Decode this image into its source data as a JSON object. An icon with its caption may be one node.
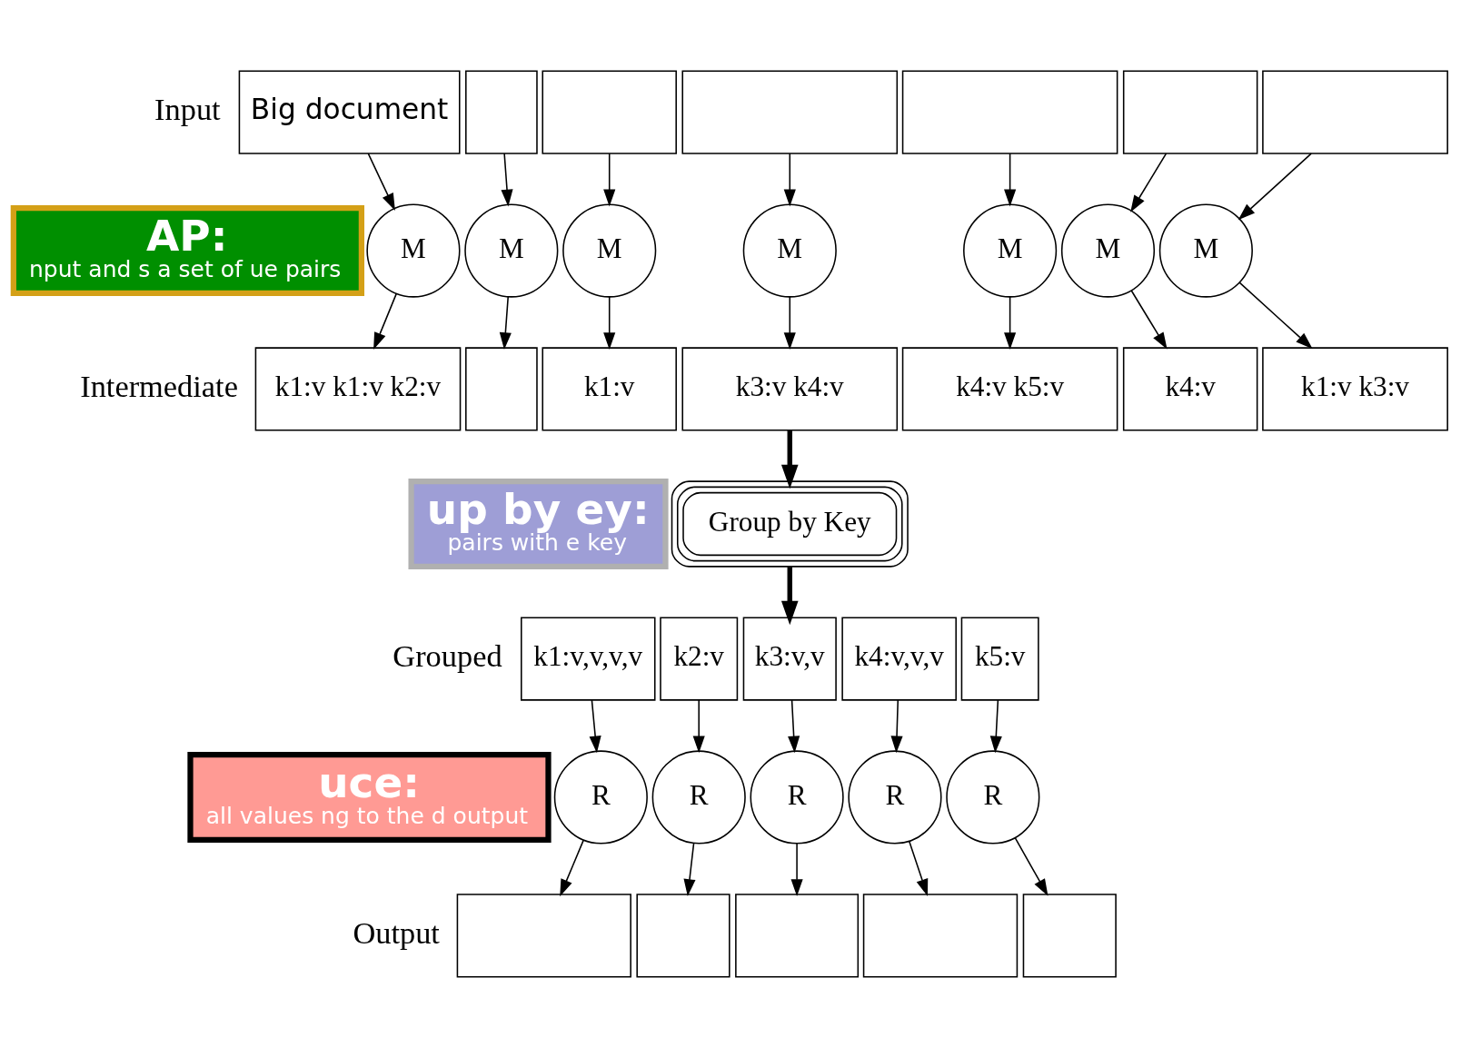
{
  "diagram": {
    "nodes": [
      {
        "text": [
          "AP:",
          "nput and s a set of ue pairs"
        ]
      },
      {
        "text": [
          "up by ey:",
          "pairs with e key"
        ]
      },
      {
        "text": [
          "uce:",
          "all values ng to the d output"
        ]
      },
      {
        "text": [
          "Big document"
        ]
      },
      {
        "text": [],
        "shape": "box"
      },
      {
        "text": [],
        "shape": "box"
      },
      {
        "text": [],
        "shape": "box"
      },
      {
        "text": [],
        "shape": "box"
      },
      {
        "text": [],
        "shape": "box"
      },
      {
        "text": [],
        "shape": "box"
      },
      {
        "text": [
          "M"
        ]
      },
      {
        "text": [
          "M"
        ]
      },
      {
        "text": [
          "M"
        ]
      },
      {
        "text": [
          "M"
        ]
      },
      {
        "text": [
          "M"
        ]
      },
      {
        "text": [
          "M"
        ]
      },
      {
        "text": [
          "M"
        ]
      },
      {
        "text": [
          "k1:v k1:v k2:v"
        ]
      },
      {
        "text": [],
        "shape": "box"
      },
      {
        "text": [
          "k1:v"
        ]
      },
      {
        "text": [
          "k3:v k4:v"
        ]
      },
      {
        "text": [
          "k4:v k5:v"
        ]
      },
      {
        "text": [
          "k4:v"
        ]
      },
      {
        "text": [
          "k1:v k3:v"
        ]
      },
      {
        "text": [
          "Group by Key"
        ]
      },
      {
        "text": [
          "k1:v,v,v,v"
        ]
      },
      {
        "text": [
          "k2:v"
        ]
      },
      {
        "text": [
          "k3:v,v"
        ]
      },
      {
        "text": [
          "k4:v,v,v"
        ]
      },
      {
        "text": [
          "k5:v"
        ]
      },
      {
        "text": [
          "R"
        ]
      },
      {
        "text": [
          "R"
        ]
      },
      {
        "text": [
          "R"
        ]
      },
      {
        "text": [
          "R"
        ]
      },
      {
        "text": [
          "R"
        ]
      },
      {
        "text": [],
        "shape": "box"
      },
      {
        "text": [],
        "shape": "box"
      },
      {
        "text": [],
        "shape": "box"
      },
      {
        "text": [],
        "shape": "box"
      },
      {
        "text": [],
        "shape": "box"
      }
    ],
    "edges": [
      {
        "from": 3,
        "to": 10,
        "arrow": "to"
      },
      {
        "from": 4,
        "to": 11,
        "arrow": "to"
      },
      {
        "from": 5,
        "to": 12,
        "arrow": "to"
      },
      {
        "from": 6,
        "to": 13,
        "arrow": "to"
      },
      {
        "from": 7,
        "to": 14,
        "arrow": "to"
      },
      {
        "from": 8,
        "to": 15,
        "arrow": "to"
      },
      {
        "from": 9,
        "to": 16,
        "arrow": "to"
      },
      {
        "from": 10,
        "to": 17,
        "arrow": "to"
      },
      {
        "from": 11,
        "to": 18,
        "arrow": "to"
      },
      {
        "from": 12,
        "to": 19,
        "arrow": "to"
      },
      {
        "from": 13,
        "to": 20,
        "arrow": "to"
      },
      {
        "from": 14,
        "to": 21,
        "arrow": "to"
      },
      {
        "from": 15,
        "to": 22,
        "arrow": "to"
      },
      {
        "from": 16,
        "to": 23,
        "arrow": "to"
      },
      {
        "from": 20,
        "to": 24,
        "arrow": "to",
        "style": "thick"
      },
      {
        "from": 24,
        "to": 27,
        "arrow": "to",
        "style": "thick"
      },
      {
        "from": 25,
        "to": 30,
        "arrow": "to"
      },
      {
        "from": 26,
        "to": 31,
        "arrow": "to"
      },
      {
        "from": 27,
        "to": 32,
        "arrow": "to"
      },
      {
        "from": 28,
        "to": 33,
        "arrow": "to"
      },
      {
        "from": 29,
        "to": 34,
        "arrow": "to"
      },
      {
        "from": 30,
        "to": 35,
        "arrow": "to"
      },
      {
        "from": 31,
        "to": 36,
        "arrow": "to"
      },
      {
        "from": 32,
        "to": 37,
        "arrow": "to"
      },
      {
        "from": 33,
        "to": 38,
        "arrow": "to"
      },
      {
        "from": 34,
        "to": 39,
        "arrow": "to"
      }
    ],
    "labels": [
      "Input",
      "Intermediate",
      "Grouped",
      "Output"
    ]
  }
}
